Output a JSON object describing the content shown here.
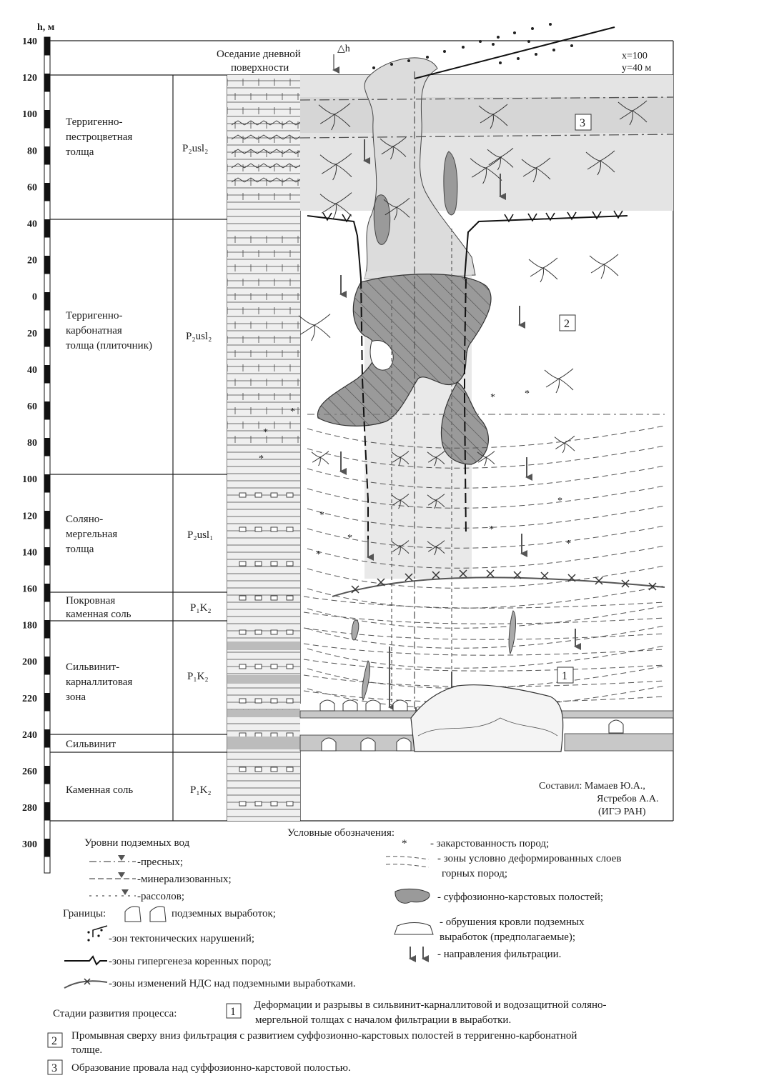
{
  "figure": {
    "axis_title": "h, м",
    "ticks": [
      "140",
      "120",
      "100",
      "80",
      "60",
      "40",
      "20",
      "0",
      "20",
      "40",
      "60",
      "80",
      "100",
      "120",
      "140",
      "160",
      "180",
      "200",
      "220",
      "240",
      "260",
      "280",
      "300"
    ],
    "subsidence_label": [
      "Оседание дневной",
      "поверхности"
    ],
    "delta_h": "△h",
    "scale_x": "x=100",
    "scale_y": "y=40 м",
    "stage_markers": {
      "s1": "1",
      "s2": "2",
      "s3": "3"
    },
    "credit": [
      "Составил:  Мамаев Ю.А.,",
      "Ястребов А.А.",
      "(ИГЭ РАН)"
    ]
  },
  "strata": [
    {
      "name": [
        "Терригенно-",
        "пестроцветная",
        "толща"
      ],
      "index": "P₂usl₂"
    },
    {
      "name": [
        "Терригенно-",
        "карбонатная",
        "толща (плиточник)"
      ],
      "index": "P₂usl₂"
    },
    {
      "name": [
        "Соляно-",
        "мергельная",
        "толща"
      ],
      "index": "P₂usl₁"
    },
    {
      "name": [
        "Покровная",
        "каменная соль"
      ],
      "index": "P₁K₂"
    },
    {
      "name": [
        "Сильвинит-",
        "карналлитовая",
        "зона"
      ],
      "index": "P₁K₂"
    },
    {
      "name": [
        "Сильвинит"
      ],
      "index": ""
    },
    {
      "name": [
        "Каменная соль"
      ],
      "index": "P₁K₂"
    }
  ],
  "legend": {
    "title": "Условные обозначения:",
    "groundwater_title": "Уровни подземных вод",
    "water_fresh": "-пресных;",
    "water_mineral": "-минерализованных;",
    "water_brine": "-рассолов;",
    "boundaries_label": "Границы:",
    "workings": "подземных выработок;",
    "tectonic": "-зон тектонических нарушений;",
    "hypergenesis": "-зоны гипергенеза коренных пород;",
    "nds": "-зоны изменений НДС над подземными выработками.",
    "karst": "- закарстованность пород;",
    "deformed": [
      "- зоны условно деформированных слоев",
      "горных пород;"
    ],
    "cavities": "- суффозионно-карстовых полостей;",
    "collapse": [
      "- обрушения кровли подземных",
      "выработок (предполагаемые);"
    ],
    "filtration": "- направления фильтрации."
  },
  "stages": {
    "title": "Стадии развития процесса:",
    "items": [
      {
        "num": "1",
        "lines": [
          "Деформации и разрывы в сильвинит-карналлитовой  и водозащитной соляно-",
          "мергельной толщах с началом фильтрации в выработки."
        ]
      },
      {
        "num": "2",
        "lines": [
          "Промывная сверху вниз фильтрация с развитием суффозионно-карстовых полостей в терригенно-карбонатной",
          "толще."
        ]
      },
      {
        "num": "3",
        "lines": [
          "Образование провала над суффозионно-карстовой полостью."
        ]
      }
    ]
  }
}
